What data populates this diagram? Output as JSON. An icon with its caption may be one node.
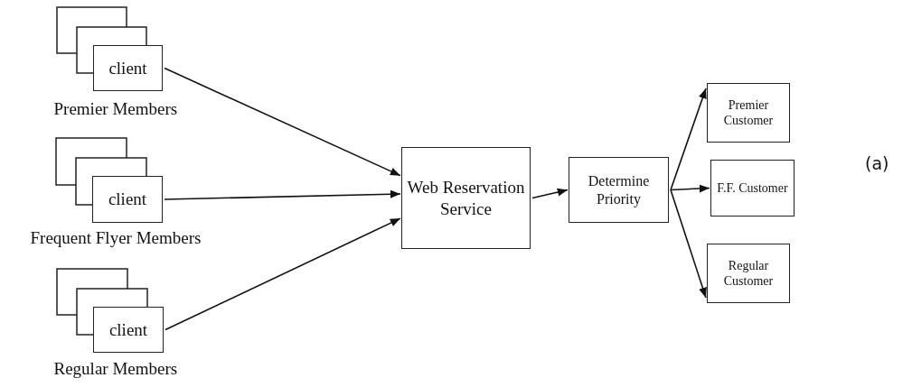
{
  "diagram": {
    "nodes": [
      {
        "text": [
          "client"
        ],
        "beside": [
          "Premier Members"
        ]
      },
      {
        "text": [
          "client"
        ],
        "beside": [
          "Frequent Flyer Members"
        ]
      },
      {
        "text": [
          "client"
        ],
        "beside": [
          "Regular Members"
        ]
      },
      {
        "text": [
          "Web Reservation Service"
        ]
      },
      {
        "text": [
          "Determine Priority"
        ]
      },
      {
        "text": [
          "Premier Customer"
        ]
      },
      {
        "text": [
          "F.F. Customer"
        ]
      },
      {
        "text": [
          "Regular Customer"
        ]
      }
    ],
    "edges": [
      {
        "from": 0,
        "to": 3,
        "arrow": "to"
      },
      {
        "from": 1,
        "to": 3,
        "arrow": "to"
      },
      {
        "from": 2,
        "to": 3,
        "arrow": "to"
      },
      {
        "from": 3,
        "to": 4,
        "arrow": "to"
      },
      {
        "from": 4,
        "to": 5,
        "arrow": "to"
      },
      {
        "from": 4,
        "to": 6,
        "arrow": "to"
      },
      {
        "from": 4,
        "to": 7,
        "arrow": "to"
      }
    ],
    "labels": [
      "(a)"
    ]
  }
}
